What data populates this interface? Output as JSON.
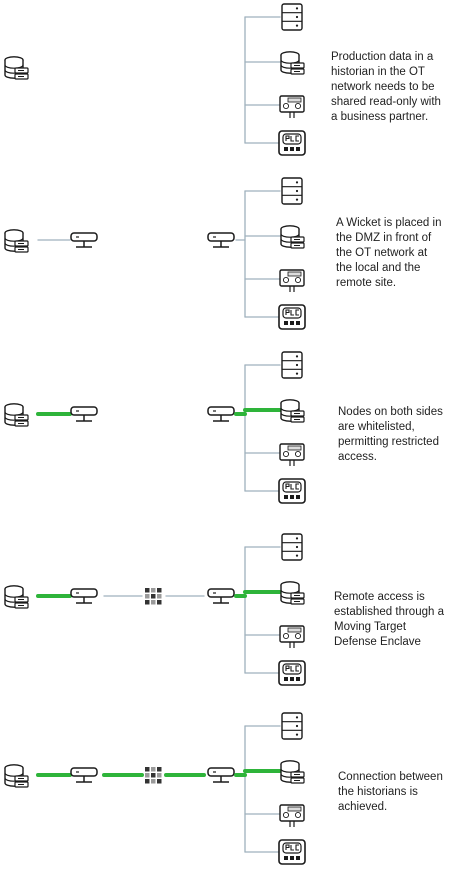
{
  "colors": {
    "thin_link": "#9fb1bd",
    "active_link": "#2eb43a",
    "outline": "#1a1a1a",
    "enclave_dark": "#333333",
    "enclave_light": "#9a9a9a"
  },
  "icons": {
    "historian": "database-icon",
    "server": "server-rack-icon",
    "hmi": "hmi-panel-icon",
    "plc": "plc-icon",
    "wicket": "wicket-node-icon",
    "enclave": "moving-target-enclave-icon"
  },
  "steps": [
    {
      "caption": "Production data in a historian in the OT network needs to be shared read-only with a business partner.",
      "local_wicket": false,
      "remote_wicket": false,
      "enclave": false,
      "local_link_active": false,
      "remote_links_active": false,
      "enclave_link_active": false,
      "remote_historian_link_active": false
    },
    {
      "caption": "A Wicket is placed in the DMZ in front of the OT network at the local and the remote site.",
      "local_wicket": true,
      "remote_wicket": true,
      "enclave": false,
      "local_link_active": false,
      "remote_links_active": false,
      "enclave_link_active": false,
      "remote_historian_link_active": false
    },
    {
      "caption": "Nodes on both sides are whitelisted, permitting restricted access.",
      "local_wicket": true,
      "remote_wicket": true,
      "enclave": false,
      "local_link_active": true,
      "remote_links_active": false,
      "enclave_link_active": false,
      "remote_historian_link_active": true
    },
    {
      "caption": "Remote access is established through a Moving Target Defense Enclave",
      "local_wicket": true,
      "remote_wicket": true,
      "enclave": true,
      "local_link_active": true,
      "remote_links_active": false,
      "enclave_link_active": false,
      "remote_historian_link_active": true
    },
    {
      "caption": "Connection between the historians is achieved.",
      "local_wicket": true,
      "remote_wicket": true,
      "enclave": true,
      "local_link_active": true,
      "remote_links_active": false,
      "enclave_link_active": true,
      "remote_historian_link_active": true
    }
  ]
}
